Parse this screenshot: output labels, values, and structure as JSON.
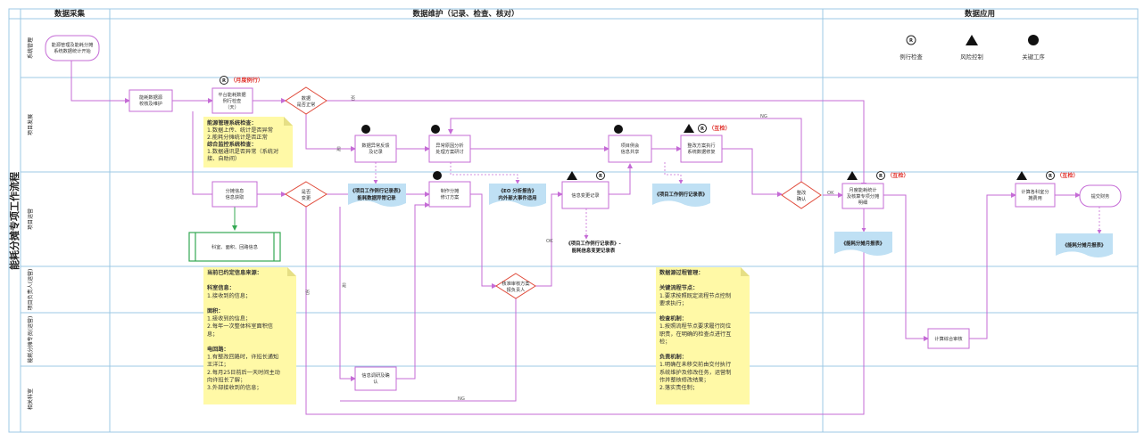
{
  "headers": {
    "collect": "数据采集",
    "maintain": "数据维护（记录、检查、核对）",
    "apply": "数据应用"
  },
  "title": "能耗分摊专项工作流程",
  "lanes": [
    "系统管理",
    "项目发展",
    "项目运营",
    "项目负责人(运营)",
    "能耗分摊专员(运营)",
    "相关科室"
  ],
  "legend": {
    "routine": "例行检查",
    "risk": "风险控制",
    "key": "关键工序",
    "routine_glyph": "R"
  },
  "tags": {
    "monthly": "（月度例行）",
    "mutual": "（互检）"
  },
  "nodes": {
    "start": [
      "能源管理及能耗分摊",
      "系统数据统计开始"
    ],
    "basic": [
      "能耗数据源",
      "校核及维护"
    ],
    "platform": [
      "平台能耗数据",
      "例行检查",
      "（天）"
    ],
    "data_check": [
      "数据",
      "是否正常"
    ],
    "anomaly_a": [
      "数据异常反馈",
      "及记录"
    ],
    "anomaly_b": [
      "异常原因分析",
      "处理方案研讨"
    ],
    "sync": [
      "项目例会",
      "信息共享"
    ],
    "rectify": [
      "整改方案执行",
      "系统数据修复"
    ],
    "rectify_ok": [
      "整改",
      "确认"
    ],
    "monthly_adj": [
      "月度能耗统计",
      "及核算专项分摊",
      "明细"
    ],
    "calc": [
      "计算各科室分",
      "摊费用"
    ],
    "submit": [
      "提交财务"
    ],
    "alloc": [
      "分摊信息",
      "信息获取"
    ],
    "changed": [
      "是否",
      "变更"
    ],
    "plan": [
      "制作分摊",
      "修订方案"
    ],
    "record": [
      "信息变更记录"
    ],
    "approve": [
      "核准审核方案",
      "报负责人"
    ],
    "confirm": [
      "信息调研及确",
      "认"
    ],
    "review": [
      "计算综合审核"
    ],
    "folder": [
      "科室、面积、回路信息"
    ]
  },
  "docs": {
    "d1": [
      "《项目工作例行记录表》",
      "能耗数据异常记录"
    ],
    "d2": [
      "《EO 分析报告》",
      "内外部大事件适用"
    ],
    "d3": [
      "《项目工作例行记录表》"
    ],
    "d4": [
      "《项目工作例行记录表》-",
      "能耗信息变更记录表"
    ],
    "d5": [
      "《能耗分摊月报表》"
    ],
    "d6": [
      "《能耗分摊月报表》"
    ]
  },
  "edge_labels": {
    "no": "否",
    "yes": "是",
    "ok": "OK",
    "ng": "NG"
  },
  "note_top": [
    "能源管理系统检查：",
    "1.数据上传、统计是否异常",
    "2.能耗分摊统计是否正常",
    "综合监控系统检查：",
    "1.数据通讯是否异常（系统对",
    "接、自助间）"
  ],
  "note_bottom_left": [
    "当前已约定信息来源：",
    "",
    "科室信息：",
    "1.接收到的信息；",
    "",
    "面积：",
    "1.接收到的信息；",
    "2.每年一次整体科室面积信",
    "息；",
    "",
    "电回路：",
    "1.有整改回路时，许班长通知",
    "王洋江；",
    "2.每月25日前后一天时间主动",
    "向许班长了解；",
    "3.外部接收到的信息；"
  ],
  "note_bottom_right": [
    "数据源过程管理：",
    "",
    "关键流程节点：",
    "1.要求按照既定流程节点控制",
    "要求执行；",
    "",
    "检查机制：",
    "1.按照流程节点要求履行岗位",
    "职责，在明确的检查点进行互",
    "检；",
    "",
    "负责机制：",
    "1.明确在未移交前由交付执行",
    "系统维护及修改任务，运营制",
    "作并整核修改结果；",
    "2.落实责任制；"
  ],
  "colors": {
    "line": "#c56bd6",
    "decision": "#e04a3a",
    "note": "#fff9a6",
    "doc": "#bfe0f4",
    "grid": "#9cc8e4",
    "folder": "#34a853"
  }
}
